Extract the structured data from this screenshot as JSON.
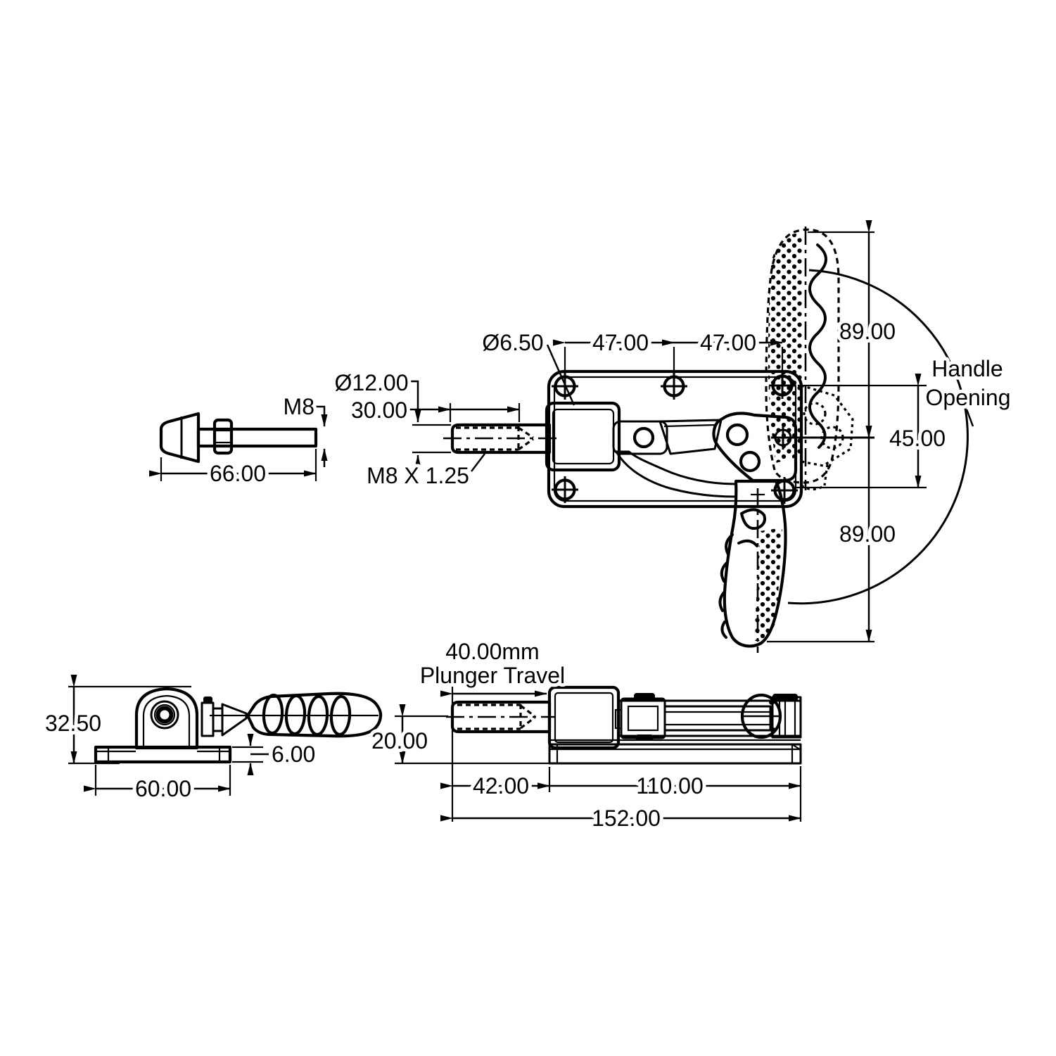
{
  "drawing": {
    "title": "push-pull toggle clamp dimensioned drawing",
    "part_fill_color": "#b4ddf2",
    "line_color": "#000000",
    "spindle_view": {
      "thread_label": "M8",
      "overall_length": "66.00"
    },
    "main_view": {
      "mount_hole_diameter": "Ø6.50",
      "hole_pitch_left": "47.00",
      "hole_pitch_right": "47.00",
      "plunger_diameter": "Ø12.00",
      "thread_length": "30.00",
      "thread_spec": "M8 X 1.25",
      "handle_up_length": "89.00",
      "handle_stroke": "45.00",
      "handle_down_length": "89.00",
      "handle_opening_line1": "Handle",
      "handle_opening_line2": "Opening"
    },
    "end_view": {
      "overall_height": "32.50",
      "base_thickness": "6.00",
      "base_width": "60.00"
    },
    "side_view": {
      "travel_value": "40.00mm",
      "travel_caption": "Plunger Travel",
      "axis_height": "20.00",
      "plunger_length": "42.00",
      "body_length": "110.00",
      "overall_length": "152.00"
    }
  }
}
